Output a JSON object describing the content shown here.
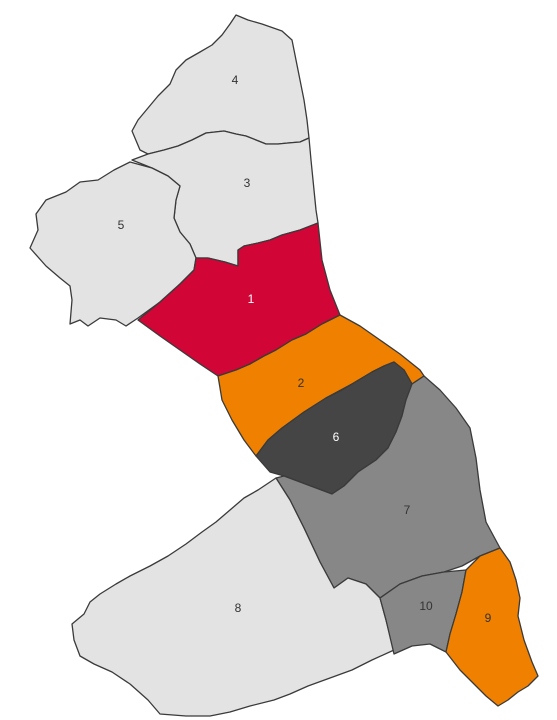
{
  "map": {
    "districts": [
      {
        "id": "1",
        "label": "1",
        "fill": "#d20537",
        "text_color": "#ffffff"
      },
      {
        "id": "2",
        "label": "2",
        "fill": "#f08000",
        "text_color": "#333333"
      },
      {
        "id": "3",
        "label": "3",
        "fill": "#e3e3e3",
        "text_color": "#333333"
      },
      {
        "id": "4",
        "label": "4",
        "fill": "#e3e3e3",
        "text_color": "#333333"
      },
      {
        "id": "5",
        "label": "5",
        "fill": "#e3e3e3",
        "text_color": "#333333"
      },
      {
        "id": "6",
        "label": "6",
        "fill": "#454545",
        "text_color": "#ffffff"
      },
      {
        "id": "7",
        "label": "7",
        "fill": "#878787",
        "text_color": "#333333"
      },
      {
        "id": "8",
        "label": "8",
        "fill": "#e3e3e3",
        "text_color": "#333333"
      },
      {
        "id": "9",
        "label": "9",
        "fill": "#f08000",
        "text_color": "#333333"
      },
      {
        "id": "10",
        "label": "10",
        "fill": "#878787",
        "text_color": "#333333"
      }
    ]
  }
}
